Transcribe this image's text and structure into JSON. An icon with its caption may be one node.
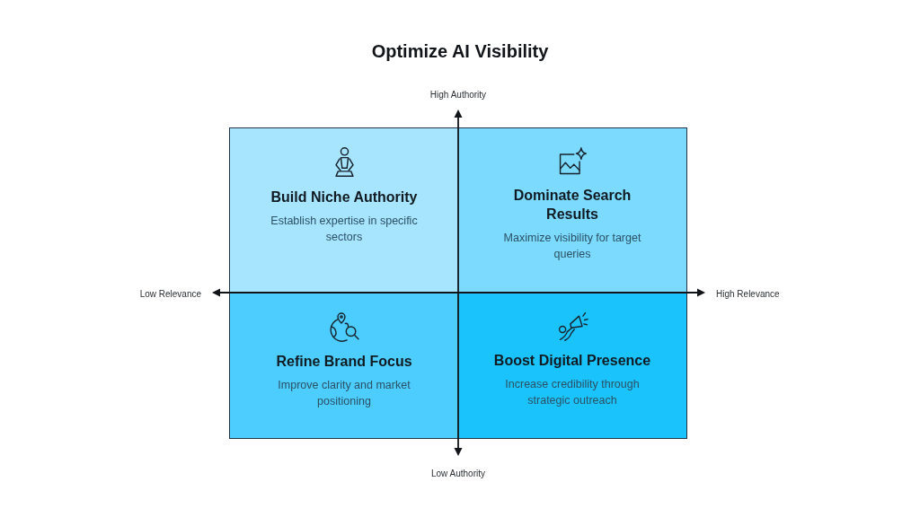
{
  "diagram": {
    "title": "Optimize AI Visibility",
    "nodes": [
      {
        "text": [
          "Build Niche Authority",
          "Establish expertise in specific sectors"
        ]
      },
      {
        "text": [
          "Dominate Search Results",
          "Maximize visibility for target queries"
        ]
      },
      {
        "text": [
          "Refine Brand Focus",
          "Improve clarity and market positioning"
        ]
      },
      {
        "text": [
          "Boost Digital Presence",
          "Increase credibility through strategic outreach"
        ]
      }
    ],
    "labels": [
      "High Authority",
      "Low Relevance",
      "High Relevance",
      "Low Authority"
    ]
  }
}
